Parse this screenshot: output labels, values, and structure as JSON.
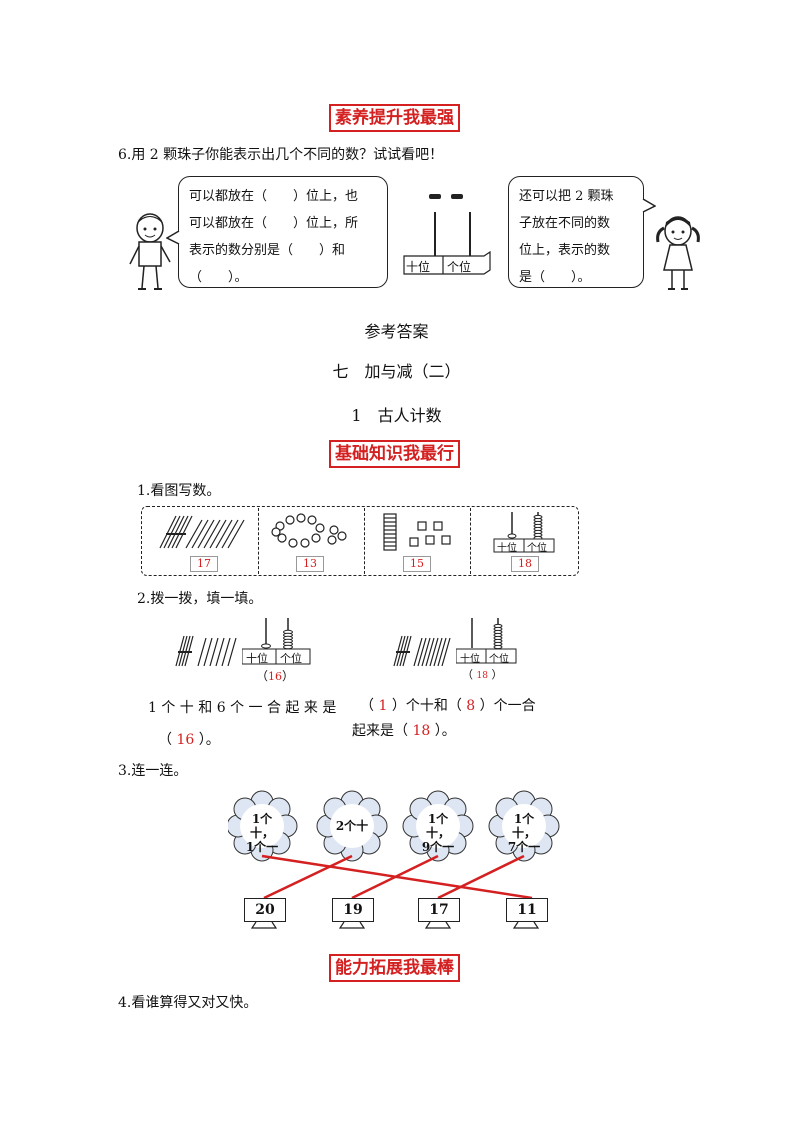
{
  "section1": {
    "banner": "素养提升我最强"
  },
  "q6": {
    "question": "6.用 2 颗珠子你能表示出几个不同的数？试试看吧！",
    "left_bubble": [
      "可以都放在（　　）位上，也",
      "可以都放在（　　）位上，所",
      "表示的数分别是（　　）和",
      "（　　）。"
    ],
    "right_bubble": [
      "还可以把 2 颗珠",
      "子放在不同的数",
      "位上，表示的数",
      "是（　　）。"
    ],
    "abacus_labels": [
      "十位",
      "个位"
    ]
  },
  "answers": {
    "heading": "参考答案",
    "unit": "七　加与减（二）",
    "lesson": "1　古人计数",
    "banner": "基础知识我最行"
  },
  "q1": {
    "question": "1.看图写数。",
    "answers": [
      "17",
      "13",
      "15",
      "18"
    ],
    "abacus_labels": [
      "十位",
      "个位"
    ]
  },
  "q2": {
    "question": "2.拨一拨，填一填。",
    "left_answer": "16",
    "right_answer": "18",
    "abacus_labels": [
      "十位",
      "个位"
    ],
    "left_text_1": "1 个 十 和 6 个 一 合 起 来 是",
    "left_text_2_open": "（",
    "left_text_2_val": "16",
    "left_text_2_close": "）。",
    "right_text_1_a": "（",
    "right_text_1_v1": "1",
    "right_text_1_b": "）个十和（",
    "right_text_1_v2": "8",
    "right_text_1_c": "）个一合",
    "right_text_2_a": "起来是（",
    "right_text_2_v": "18",
    "right_text_2_b": "）。"
  },
  "q3": {
    "question": "3.连一连。",
    "clouds": [
      {
        "line1": "1个十，",
        "line2": "1个一"
      },
      {
        "line1": "2个十",
        "line2": ""
      },
      {
        "line1": "1个十，",
        "line2": "9个一"
      },
      {
        "line1": "1个十，",
        "line2": "7个一"
      }
    ],
    "boxes": [
      "20",
      "19",
      "17",
      "11"
    ]
  },
  "section3": {
    "banner": "能力拓展我最棒"
  },
  "q4": {
    "question": "4.看谁算得又对又快。"
  },
  "colors": {
    "red": "#d42020"
  }
}
